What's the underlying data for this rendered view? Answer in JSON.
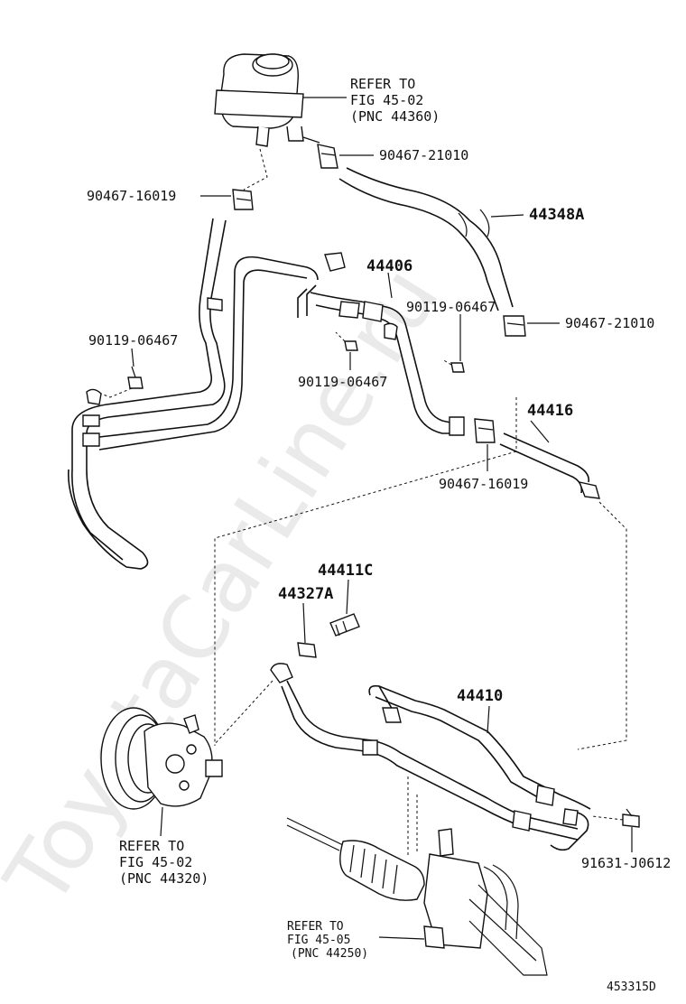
{
  "watermark": "ToyotaCarLine.ru",
  "diagram_id": "453315D",
  "labels": {
    "refer_reservoir": [
      "REFER TO",
      "FIG 45-02",
      "(PNC 44360)"
    ],
    "clip_top_right": "90467-21010",
    "clip_top_left": "90467-16019",
    "hose_top": "44348A",
    "tube_44406": "44406",
    "bolt_mid_right": "90119-06467",
    "clip_mid_right": "90467-21010",
    "bolt_left": "90119-06467",
    "bolt_center": "90119-06467",
    "tube_44416": "44416",
    "clip_mid_center": "90467-16019",
    "union_44411C": "44411C",
    "gasket_44327A": "44327A",
    "tube_44410": "44410",
    "refer_pump": [
      "REFER TO",
      "FIG 45-02",
      "(PNC 44320)"
    ],
    "bolt_bottom_right": "91631-J0612",
    "refer_rack": [
      "REFER TO",
      "FIG 45-05",
      "(PNC 44250)"
    ]
  }
}
